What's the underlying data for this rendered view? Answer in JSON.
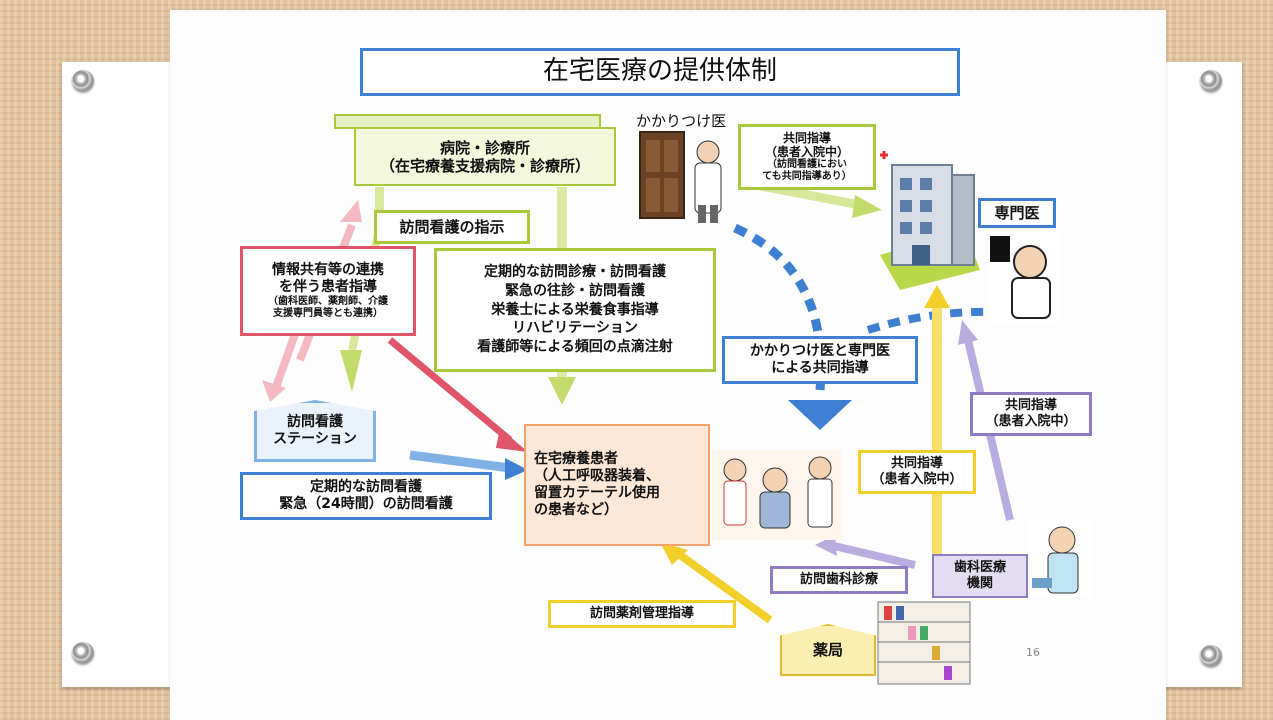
{
  "title": "在宅医療の提供体制",
  "page_number": "16",
  "hospital": {
    "line1": "病院・診療所",
    "line2": "（在宅療養支援病院・診療所）"
  },
  "family_doctor": "かかりつけ医",
  "joint_guidance_top": {
    "line1": "共同指導",
    "line2": "（患者入院中）",
    "note1": "（訪問看護におい",
    "note2": "ても共同指導あり）"
  },
  "specialist": "専門医",
  "nursing_instruction": "訪問看護の指示",
  "info_sharing": {
    "line1": "情報共有等の連携",
    "line2": "を伴う患者指導",
    "note1": "（歯科医師、薬剤師、介護",
    "note2": "支援専門員等とも連携）"
  },
  "services": [
    "定期的な訪問診療・訪問看護",
    "緊急の往診・訪問看護",
    "栄養士による栄養食事指導",
    "リハビリテーション",
    "看護師等による頻回の点滴注射"
  ],
  "joint_guidance_doctors": {
    "line1": "かかりつけ医と専門医",
    "line2": "による共同指導"
  },
  "joint_guidance_right": {
    "line1": "共同指導",
    "line2": "（患者入院中）"
  },
  "joint_guidance_mid": {
    "line1": "共同指導",
    "line2": "（患者入院中）"
  },
  "nursing_station": {
    "line1": "訪問看護",
    "line2": "ステーション"
  },
  "regular_nursing": {
    "line1": "定期的な訪問看護",
    "line2": "緊急（24時間）の訪問看護"
  },
  "patient": {
    "line1": "在宅療養患者",
    "line2": "（人工呼吸器装着、",
    "line3": "留置カテーテル使用",
    "line4": "の患者など）"
  },
  "dental_visit": "訪問歯科診療",
  "dental_clinic": {
    "line1": "歯科医療",
    "line2": "機関"
  },
  "pharmacy_guidance": "訪問薬剤管理指導",
  "pharmacy": "薬局",
  "colors": {
    "blue": "#3d7fd1",
    "green": "#a9c93a",
    "pink": "#e0556a",
    "yellow": "#f2cf2a",
    "purple": "#8f7bc4",
    "orange": "#f2a36b"
  }
}
